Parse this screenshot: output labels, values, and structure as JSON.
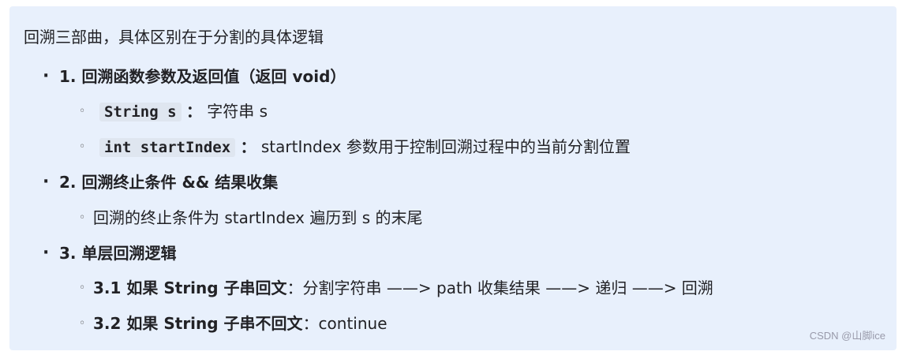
{
  "intro": "回溯三部曲，具体区别在于分割的具体逻辑",
  "sections": [
    {
      "title": "1. 回溯函数参数及返回值（返回 void）",
      "items": [
        {
          "code": "String s",
          "sep": "：",
          "text": "字符串 s"
        },
        {
          "code": "int startIndex",
          "sep": "：",
          "text": "startIndex 参数用于控制回溯过程中的当前分割位置"
        }
      ]
    },
    {
      "title": "2. 回溯终止条件 && 结果收集",
      "items": [
        {
          "text": "回溯的终止条件为 startIndex 遍历到 s 的末尾"
        }
      ]
    },
    {
      "title": "3. 单层回溯逻辑",
      "items": [
        {
          "label": "3.1 如果 String 子串回文",
          "text": "：分割字符串 ——> path 收集结果 ——> 递归 ——> 回溯"
        },
        {
          "label": "3.2 如果 String 子串不回文",
          "text": "：continue"
        }
      ]
    }
  ],
  "watermark": "CSDN @山脚ice"
}
